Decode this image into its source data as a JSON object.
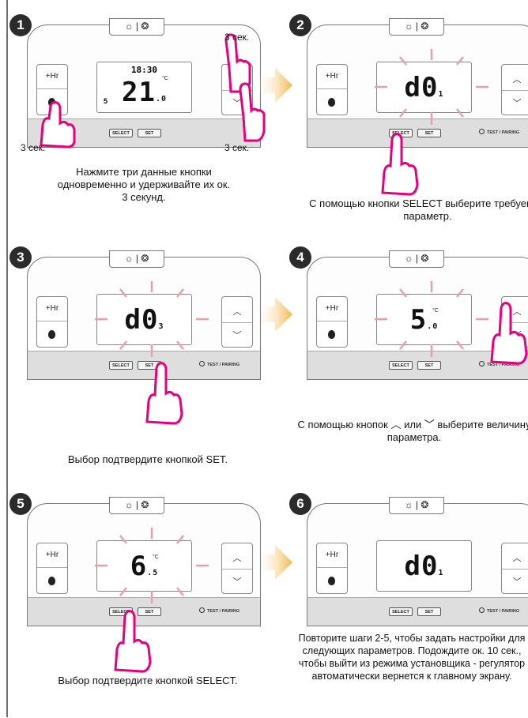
{
  "thermostat": {
    "top_button_icons": [
      "snowflake-icon",
      "flame-icon"
    ],
    "plus_hr_label": "+Hr",
    "select_label": "SELECT",
    "set_label": "SET",
    "test_pairing_label": "TEST / PAIRING",
    "up_symbol": "︿",
    "down_symbol": "﹀",
    "sun_moon": "☼ | ❂"
  },
  "steps": [
    {
      "number": "1",
      "lcd_time": "18:30",
      "lcd_main": "21",
      "lcd_sub": ".0",
      "lcd_unit": "°C",
      "lcd_prog": "5",
      "hold_labels": [
        "3 сек.",
        "3 сек.",
        "3 сек."
      ],
      "caption": "Нажмите три данные кнопки одновременно  и удерживайте их ок. 3 секунд."
    },
    {
      "number": "2",
      "lcd_main": "d0",
      "lcd_sub": "1",
      "caption": "С помощью кнопки SELECT выберите требуемых параметр."
    },
    {
      "number": "3",
      "lcd_main": "d0",
      "lcd_sub": "3",
      "caption": "Выбор подтвердите кнопкой SET."
    },
    {
      "number": "4",
      "lcd_main": "5",
      "lcd_sub": ".0",
      "lcd_unit": "°C",
      "caption": "С помощью кнопок  ︿ или ﹀ выберите величину параметра."
    },
    {
      "number": "5",
      "lcd_main": "6",
      "lcd_sub": ".5",
      "lcd_unit": "°C",
      "caption": "Выбор подтвердите кнопкой SELECT."
    },
    {
      "number": "6",
      "lcd_main": "d0",
      "lcd_sub": "1",
      "caption": "Повторите шаги 2-5, чтобы задать настройки для следующих параметров. Подождите ок. 10 сек., чтобы выйти из режима установщика - регулятор автоматически вернется к главному экрану."
    }
  ],
  "colors": {
    "blink": "#e8a0a8",
    "hand": "#e6007e",
    "arrow": "#f2b84b",
    "badge": "#2b2b2b"
  }
}
